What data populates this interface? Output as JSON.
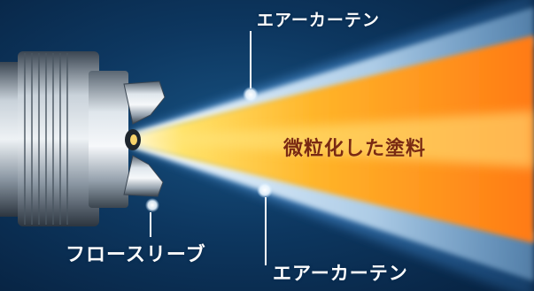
{
  "labels": {
    "air_curtain_top": "エアーカーテン",
    "atomized_paint": "微粒化した塗料",
    "fluid_sleeve": "フロースリーブ",
    "air_curtain_bottom": "エアーカーテン"
  },
  "colors": {
    "background": "#0d3760",
    "spray_core": "#ff8a1e",
    "spray_mid": "#ffc640",
    "air_curtain": "#e9f6ff",
    "nozzle": "#9aa6b2"
  }
}
